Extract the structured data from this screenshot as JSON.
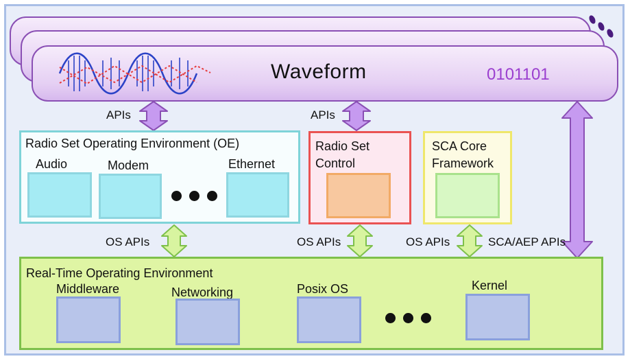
{
  "waveform": {
    "title": "Waveform",
    "binary": "0101101"
  },
  "links": {
    "apis_left": "APIs",
    "apis_mid": "APIs",
    "os_apis_left": "OS APIs",
    "os_apis_mid": "OS APIs",
    "os_apis_right": "OS APIs",
    "sca_aep_apis": "SCA/AEP APIs"
  },
  "oe": {
    "title": "Radio Set Operating Environment (OE)",
    "audio": "Audio",
    "modem": "Modem",
    "ethernet": "Ethernet"
  },
  "radio_set_control": {
    "line1": "Radio Set",
    "line2": "Control"
  },
  "sca_core": {
    "line1": "SCA Core",
    "line2": "Framework"
  },
  "rtoe": {
    "title": "Real-Time Operating Environment",
    "middleware": "Middleware",
    "networking": "Networking",
    "posix": "Posix OS",
    "kernel": "Kernel"
  },
  "colors": {
    "purple_arrow": "#c69af0",
    "green_arrow": "#d8f4a0",
    "oe_border": "#7fd3d8",
    "control_border": "#ea5252",
    "sca_border": "#efe76a",
    "rtoe_fill": "#dff5a4"
  }
}
